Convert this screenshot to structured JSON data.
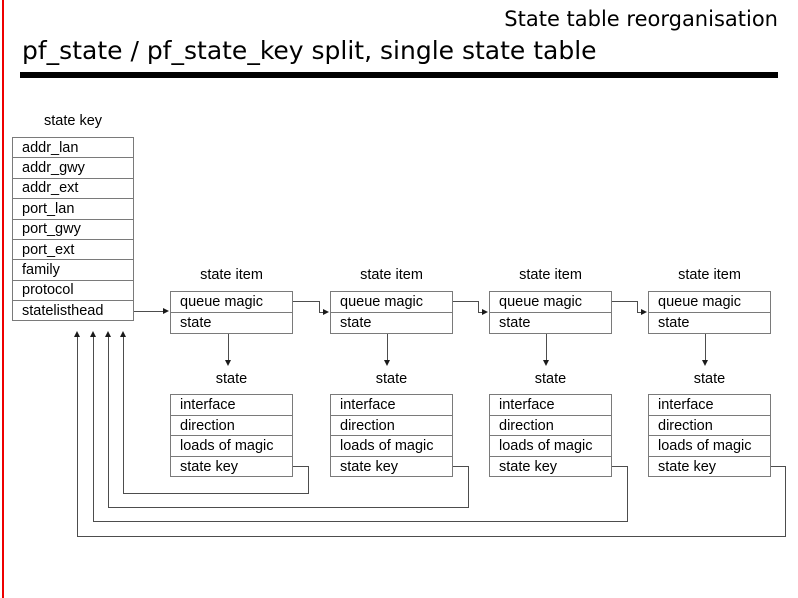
{
  "header": {
    "kicker": "State table reorganisation",
    "title": "pf_state / pf_state_key split, single state table",
    "accent_color": "#ee0000",
    "rule_color": "#000000"
  },
  "state_key_table": {
    "caption": "state key",
    "rows": [
      "addr_lan",
      "addr_gwy",
      "addr_ext",
      "port_lan",
      "port_gwy",
      "port_ext",
      "family",
      "protocol",
      "statelisthead"
    ]
  },
  "state_items": {
    "caption": "state item",
    "rows": [
      "queue magic",
      "state"
    ],
    "count": 4
  },
  "state_structs": {
    "caption": "state",
    "rows": [
      "interface",
      "direction",
      "loads of magic",
      "state key"
    ],
    "count": 4
  },
  "columns": [
    {
      "item_caption": "state item",
      "struct_caption": "state"
    },
    {
      "item_caption": "state item",
      "struct_caption": "state"
    },
    {
      "item_caption": "state item",
      "struct_caption": "state"
    },
    {
      "item_caption": "state item",
      "struct_caption": "state"
    }
  ]
}
